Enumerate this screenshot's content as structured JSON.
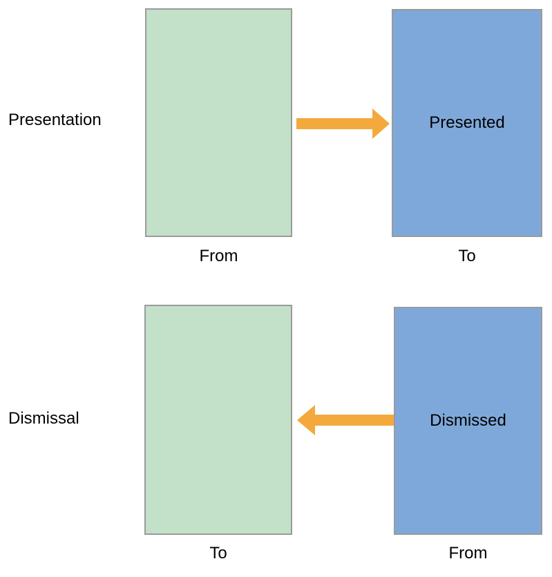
{
  "colors": {
    "background": "#ffffff",
    "from_to_green": "#c3e1c8",
    "presented_blue": "#7fa8da",
    "arrow_orange": "#f4a93d",
    "box_border": "#9a9a9a",
    "text": "#000000"
  },
  "rows": [
    {
      "label": "Presentation",
      "arrow_direction": "right",
      "left_box": {
        "text": "",
        "caption": "From"
      },
      "right_box": {
        "text": "Presented",
        "caption": "To"
      }
    },
    {
      "label": "Dismissal",
      "arrow_direction": "left",
      "left_box": {
        "text": "",
        "caption": "To"
      },
      "right_box": {
        "text": "Dismissed",
        "caption": "From"
      }
    }
  ]
}
